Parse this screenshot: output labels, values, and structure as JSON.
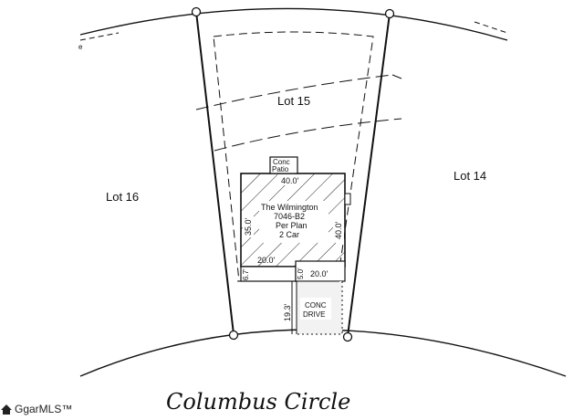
{
  "lots": {
    "lot15": "Lot 15",
    "lot14": "Lot 14",
    "lot16": "Lot 16"
  },
  "house": {
    "name": "The Wilmington",
    "plan_code": "7046-B2",
    "per_plan": "Per Plan",
    "garage": "2 Car",
    "dim_top": "40.0'",
    "dim_right": "40.0'",
    "dim_left": "35.0'",
    "dim_bottom_left": "20.0'",
    "dim_bottom_right": "20.0'",
    "dim_offset": "5.0'",
    "dim_side": "6.7'"
  },
  "patio": {
    "line1": "Conc",
    "line2": "Patio"
  },
  "drive": {
    "line1": "CONC",
    "line2": "DRIVE",
    "setback": "19.3'"
  },
  "street": "Columbus Circle",
  "edge_mark": "e",
  "watermark": "GgarMLS™"
}
